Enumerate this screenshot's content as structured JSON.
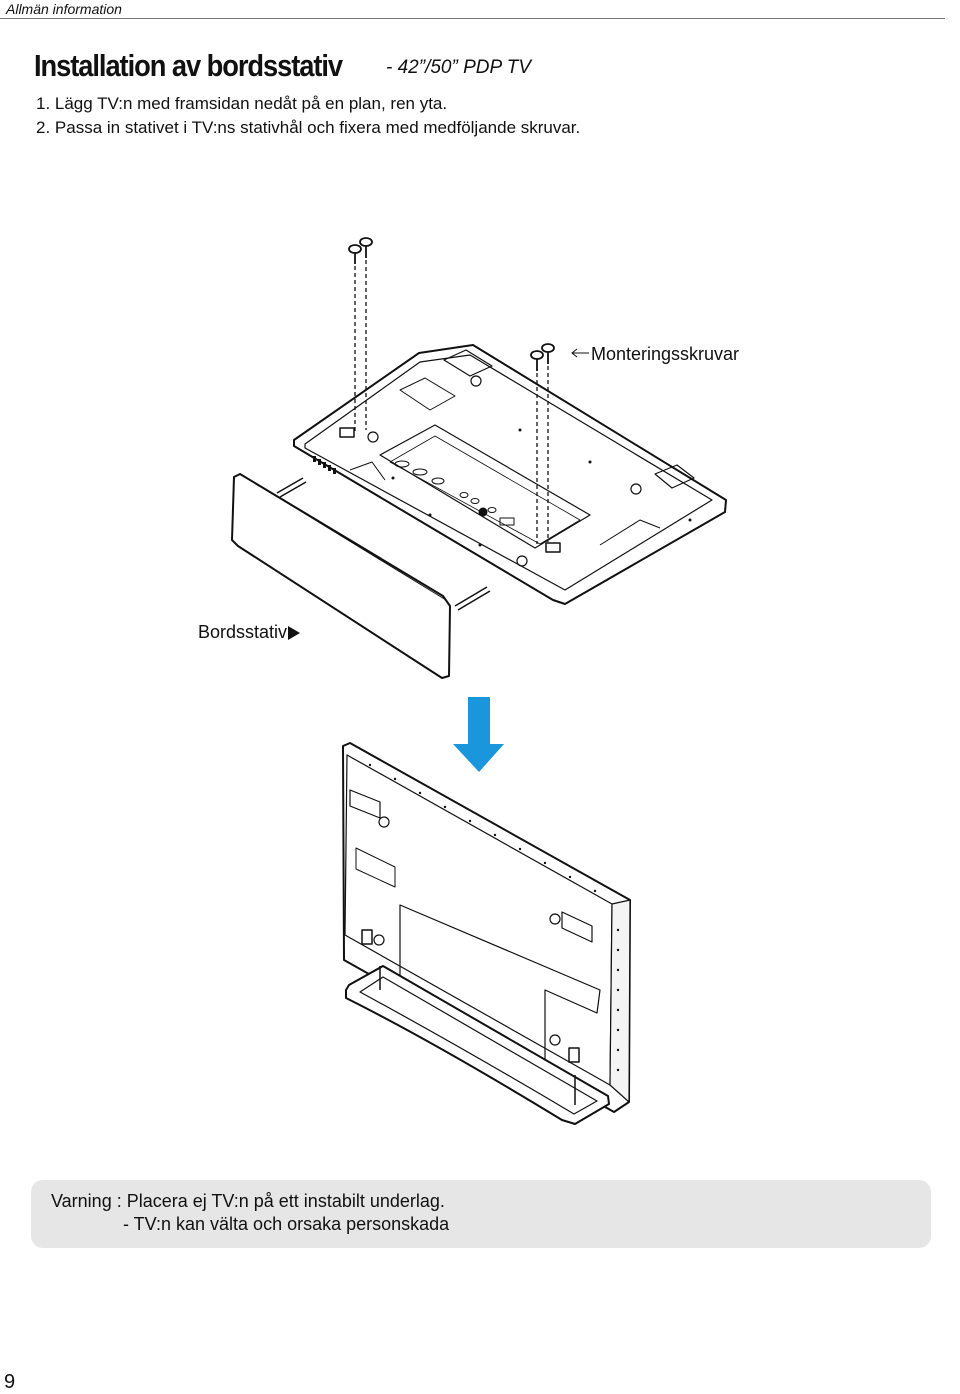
{
  "header": {
    "section": "Allmän information"
  },
  "title": {
    "main": "Installation av bordsstativ",
    "sub": "- 42”/50” PDP TV"
  },
  "steps": [
    "1. Lägg TV:n med framsidan nedåt på en plan, ren yta.",
    "2. Passa in stativet i TV:ns stativhål och fixera med medföljande skruvar."
  ],
  "labels": {
    "screws": "Monteringsskruvar",
    "stand": "Bordsstativ"
  },
  "colors": {
    "arrow": "#1a96dc",
    "warning_bg": "#e6e6e6"
  },
  "warning": {
    "line1": "Varning : Placera ej TV:n på ett instabilt underlag.",
    "line2": "- TV:n kan välta och orsaka personskada"
  },
  "page_number": "9"
}
